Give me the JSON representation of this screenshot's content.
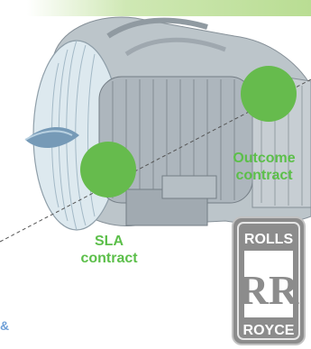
{
  "diagram": {
    "nodes": [
      {
        "id": "outcome",
        "label_line1": "Outcome",
        "label_line2": "contract",
        "color": "#66bb4d"
      },
      {
        "id": "sla",
        "label_line1": "SLA",
        "label_line2": "contract",
        "color": "#66bb4d"
      }
    ],
    "edges": [
      {
        "from": "sla",
        "to": "outcome",
        "style": "dashed"
      }
    ]
  },
  "logo": {
    "brand_top": "ROLLS",
    "monogram": "RR",
    "brand_bottom": "ROYCE"
  },
  "fragment_text": "&",
  "colors": {
    "accent_green": "#66bb4d",
    "label_green": "#5cbf4a",
    "logo_grey": "#8c8c8c"
  }
}
